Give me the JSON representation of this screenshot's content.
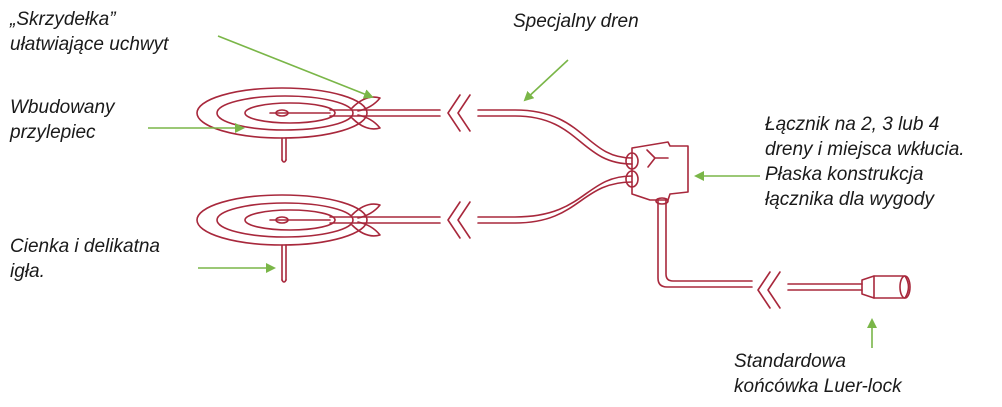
{
  "labels": {
    "wings": [
      "„Skrzydełka”",
      "ułatwiające uchwyt"
    ],
    "adhesive": [
      "Wbudowany",
      "przylepiec"
    ],
    "needle": [
      "Cienka i delikatna",
      "igła."
    ],
    "tubing": [
      "Specjalny dren"
    ],
    "connector": [
      "Łącznik na 2, 3 lub 4",
      "dreny i miejsca wkłucia.",
      "Płaska konstrukcja",
      "łącznika dla wygody"
    ],
    "luer": [
      "Standardowa",
      "końcówka Luer-lock"
    ]
  },
  "colors": {
    "device": "#a8283c",
    "arrow": "#7ab648",
    "text": "#1a1a1a",
    "background": "#ffffff"
  }
}
